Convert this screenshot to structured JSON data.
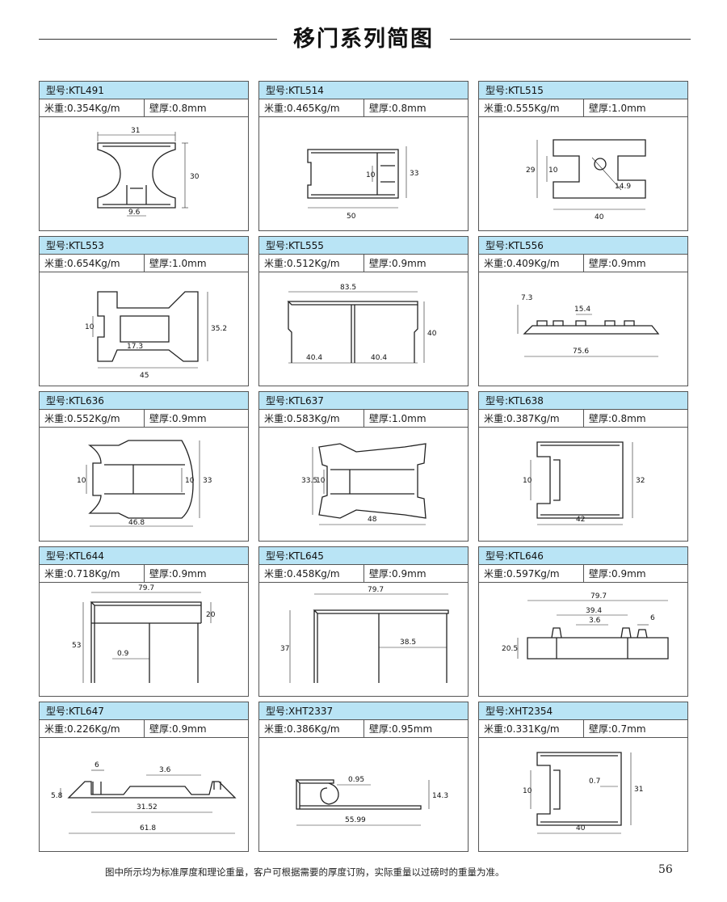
{
  "header": {
    "title": "移门系列简图"
  },
  "cards": [
    {
      "model": "型号:KTL491",
      "weight": "米重:0.354Kg/m",
      "thickness": "壁厚:0.8mm",
      "dims": [
        "31",
        "30",
        "9.6"
      ]
    },
    {
      "model": "型号:KTL514",
      "weight": "米重:0.465Kg/m",
      "thickness": "壁厚:0.8mm",
      "dims": [
        "10",
        "33",
        "50"
      ]
    },
    {
      "model": "型号:KTL515",
      "weight": "米重:0.555Kg/m",
      "thickness": "壁厚:1.0mm",
      "dims": [
        "29",
        "10",
        "14.9",
        "40"
      ]
    },
    {
      "model": "型号:KTL553",
      "weight": "米重:0.654Kg/m",
      "thickness": "壁厚:1.0mm",
      "dims": [
        "10",
        "35.2",
        "17.3",
        "45"
      ]
    },
    {
      "model": "型号:KTL555",
      "weight": "米重:0.512Kg/m",
      "thickness": "壁厚:0.9mm",
      "dims": [
        "83.5",
        "40",
        "40.4",
        "40.4"
      ]
    },
    {
      "model": "型号:KTL556",
      "weight": "米重:0.409Kg/m",
      "thickness": "壁厚:0.9mm",
      "dims": [
        "7.3",
        "15.4",
        "75.6"
      ]
    },
    {
      "model": "型号:KTL636",
      "weight": "米重:0.552Kg/m",
      "thickness": "壁厚:0.9mm",
      "dims": [
        "10",
        "10",
        "33",
        "46.8"
      ]
    },
    {
      "model": "型号:KTL637",
      "weight": "米重:0.583Kg/m",
      "thickness": "壁厚:1.0mm",
      "dims": [
        "33.5",
        "10",
        "48"
      ]
    },
    {
      "model": "型号:KTL638",
      "weight": "米重:0.387Kg/m",
      "thickness": "壁厚:0.8mm",
      "dims": [
        "10",
        "32",
        "42"
      ]
    },
    {
      "model": "型号:KTL644",
      "weight": "米重:0.718Kg/m",
      "thickness": "壁厚:0.9mm",
      "dims": [
        "79.7",
        "20",
        "53",
        "0.9"
      ]
    },
    {
      "model": "型号:KTL645",
      "weight": "米重:0.458Kg/m",
      "thickness": "壁厚:0.9mm",
      "dims": [
        "79.7",
        "37",
        "38.5"
      ]
    },
    {
      "model": "型号:KTL646",
      "weight": "米重:0.597Kg/m",
      "thickness": "壁厚:0.9mm",
      "dims": [
        "79.7",
        "39.4",
        "3.6",
        "6",
        "20.5"
      ]
    },
    {
      "model": "型号:KTL647",
      "weight": "米重:0.226Kg/m",
      "thickness": "壁厚:0.9mm",
      "dims": [
        "6",
        "3.6",
        "5.8",
        "31.52",
        "61.8"
      ]
    },
    {
      "model": "型号:XHT2337",
      "weight": "米重:0.386Kg/m",
      "thickness": "壁厚:0.95mm",
      "dims": [
        "0.95",
        "14.3",
        "55.99"
      ]
    },
    {
      "model": "型号:XHT2354",
      "weight": "米重:0.331Kg/m",
      "thickness": "壁厚:0.7mm",
      "dims": [
        "0.7",
        "10",
        "31",
        "40"
      ]
    }
  ],
  "footer": {
    "note": "图中所示均为标准厚度和理论重量，客户可根据需要的厚度订购，实际重量以过磅时的重量为准。",
    "page_number": "56"
  }
}
